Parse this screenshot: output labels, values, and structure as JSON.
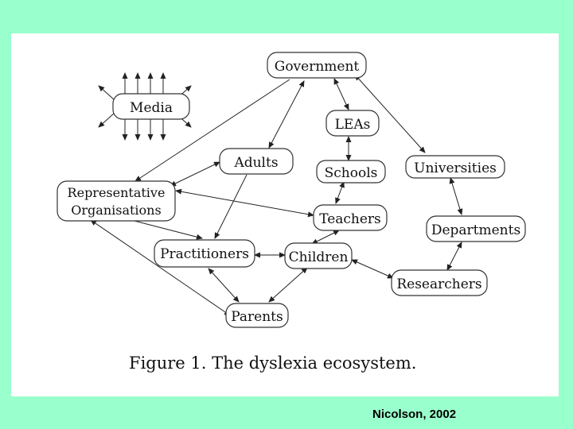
{
  "figure": {
    "caption": "Figure 1.  The dyslexia ecosystem.",
    "credit": "Nicolson, 2002",
    "nodes": {
      "media": "Media",
      "government": "Government",
      "leas": "LEAs",
      "adults": "Adults",
      "schools": "Schools",
      "universities": "Universities",
      "rep_line1": "Representative",
      "rep_line2": "Organisations",
      "teachers": "Teachers",
      "departments": "Departments",
      "practitioners": "Practitioners",
      "children": "Children",
      "researchers": "Researchers",
      "parents": "Parents"
    }
  },
  "colors": {
    "background": "#99ffcc",
    "panel": "#ffffff",
    "stroke": "#333333"
  }
}
